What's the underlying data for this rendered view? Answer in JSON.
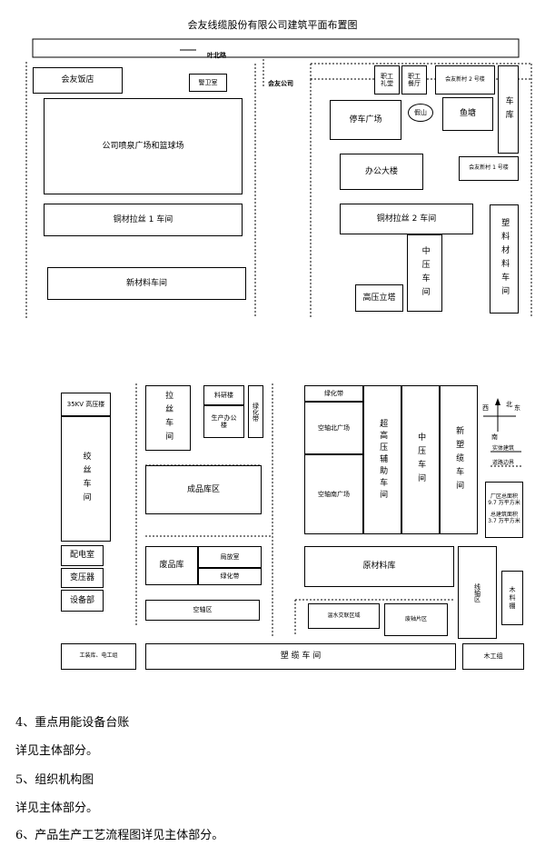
{
  "title": "会友线缆股份有限公司建筑平面布置图",
  "top_plan": {
    "road_label": "叶北路",
    "gate_label": "会友公司",
    "buildings": {
      "restaurant": "会友饭店",
      "guard": "警卫室",
      "fountain": "公司喷泉广场和篮球场",
      "copper1": "铜材拉丝 1 车间",
      "new_material": "新材料车间",
      "staff_hall": "职工礼堂",
      "staff_canteen": "职工餐厅",
      "village2": "会友新村 2 号楼",
      "garage": "车库",
      "parking": "停车广场",
      "rockery": "假山",
      "fishpond": "鱼塘",
      "office": "办公大楼",
      "village1": "会友新村 1 号楼",
      "copper2": "铜材拉丝 2 车间",
      "plastic": "塑料材料车间",
      "mid_pressure": "中压车间",
      "hv_tower": "高压立塔"
    }
  },
  "bottom_plan": {
    "buildings": {
      "kv35": "35KV 高压楼",
      "twist": "绞丝车间",
      "draw": "拉丝车间",
      "lab": "料研楼",
      "prod_office": "生产办公楼",
      "green1": "绿化带",
      "green2": "绿化带",
      "axis_north": "空轴北广场",
      "axis_south": "空轴南广场",
      "ultra_hv": "超高压辅助车间",
      "mid_pressure": "中压车间",
      "new_plastic": "新塑缆车间",
      "finished": "成品库区",
      "power_room": "配电室",
      "transformer": "变压器",
      "equipment": "设备部",
      "waste": "废品库",
      "bureau": "局放室",
      "green3": "绿化带",
      "raw": "原材料库",
      "axis_area": "空轴区",
      "water_cross": "温水交联区域",
      "waste_axis": "废轴片区",
      "axis_zone": "线轴区",
      "wood_shed": "木料棚",
      "tool_room": "工装库、电工组",
      "plastic_cable": "塑 缆 车 间",
      "carpenter": "木工组"
    },
    "legend": {
      "north": "北",
      "west": "西",
      "east": "东",
      "south": "南",
      "line1": "实体建筑",
      "line2": "道路边界",
      "area1": "厂区总面积 9.7 万平方米",
      "area2": "总建筑面积 3.7 万平方米"
    }
  },
  "text": {
    "item4": "4、重点用能设备台账",
    "item4_body": "详见主体部分。",
    "item5": "5、组织机构图",
    "item5_body": "详见主体部分。",
    "item6": "6、产品生产工艺流程图详见主体部分。"
  }
}
